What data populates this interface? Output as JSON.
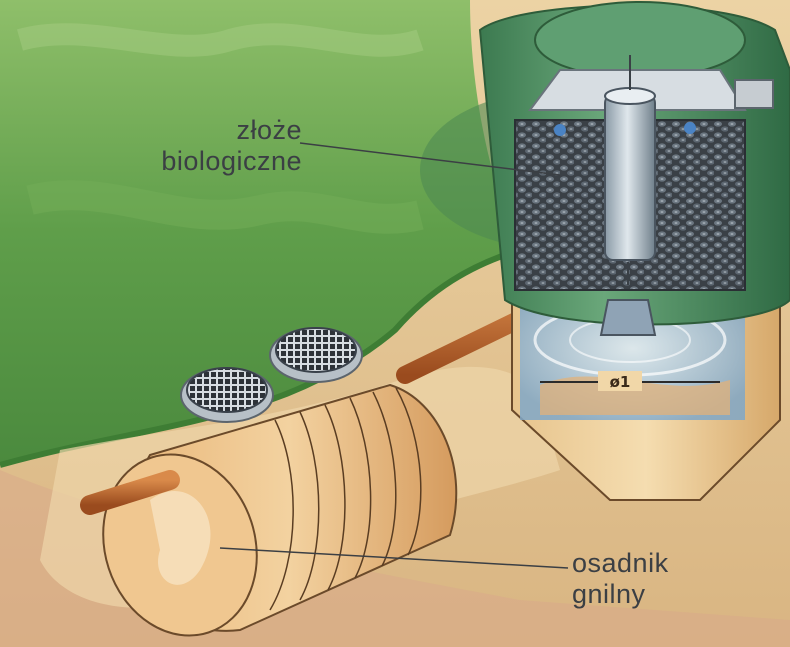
{
  "labels": {
    "biological_bed": [
      "złoże",
      "biologiczne"
    ],
    "septic_tank": [
      "osadnik",
      "gnilny"
    ],
    "diameter_mark": "ø1"
  },
  "colors": {
    "grass": "#5f9e4a",
    "soil": "#e2c08d",
    "tank_green": "#4f8f64",
    "pipe": "#b8612a",
    "label_text": "#3b3f44"
  }
}
